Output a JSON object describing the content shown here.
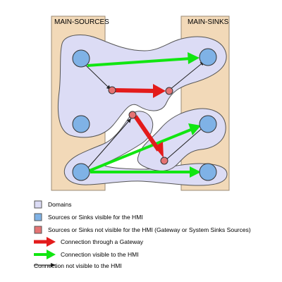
{
  "columns": {
    "left_title": "MAIN-SOURCES",
    "right_title": "MAIN-SINKS",
    "fill": "#f2d9b8",
    "stroke": "#9b8a74"
  },
  "colors": {
    "domain_fill": "#dcdcf5",
    "domain_stroke": "#555555",
    "visible_node": "#7fb2e6",
    "hidden_node": "#e57373",
    "gateway_arrow": "#e31b1b",
    "visible_arrow": "#11e611",
    "thin_arrow": "#222222"
  },
  "legend": {
    "domains": "Domains",
    "visible_nodes": "Sources or Sinks visible for the HMI",
    "hidden_nodes": "Sources or Sinks not visible for the HMI (Gateway or System Sinks Sources)",
    "gateway_connection": "Connection through a Gateway",
    "visible_connection": "Connection visible to the HMI",
    "invisible_connection": "Connection not visible to the HMI"
  }
}
